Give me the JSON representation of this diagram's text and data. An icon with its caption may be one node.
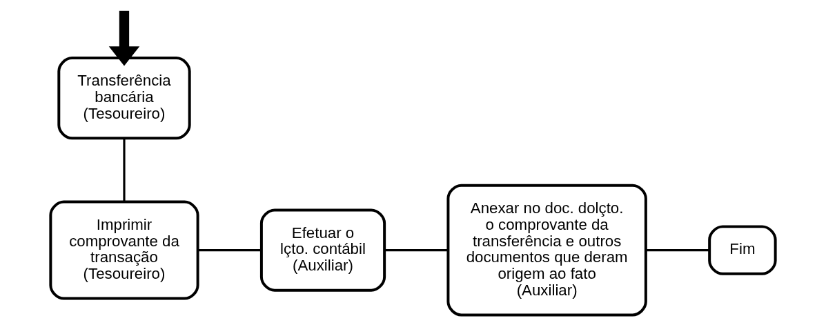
{
  "diagram": {
    "nodes": [
      {
        "text": [
          "Transferência bancária (Tesoureiro)"
        ]
      },
      {
        "text": [
          "Imprimir comprovante da transação (Tesoureiro)"
        ]
      },
      {
        "text": [
          "Efetuar o lçto. contábil (Auxiliar)"
        ]
      },
      {
        "text": [
          "Anexar no doc. dolçto. o comprovante da transferência e outros documentos que deram origem ao fato (Auxiliar)"
        ]
      },
      {
        "text": [
          "Fim"
        ]
      }
    ],
    "edges": [
      {
        "from": null,
        "to": 0,
        "arrow": "to",
        "style": "thick"
      },
      {
        "from": 0,
        "to": 1,
        "arrow": "none"
      },
      {
        "from": 1,
        "to": 2,
        "arrow": "none"
      },
      {
        "from": 2,
        "to": 3,
        "arrow": "none"
      },
      {
        "from": 3,
        "to": 4,
        "arrow": "none"
      }
    ]
  }
}
